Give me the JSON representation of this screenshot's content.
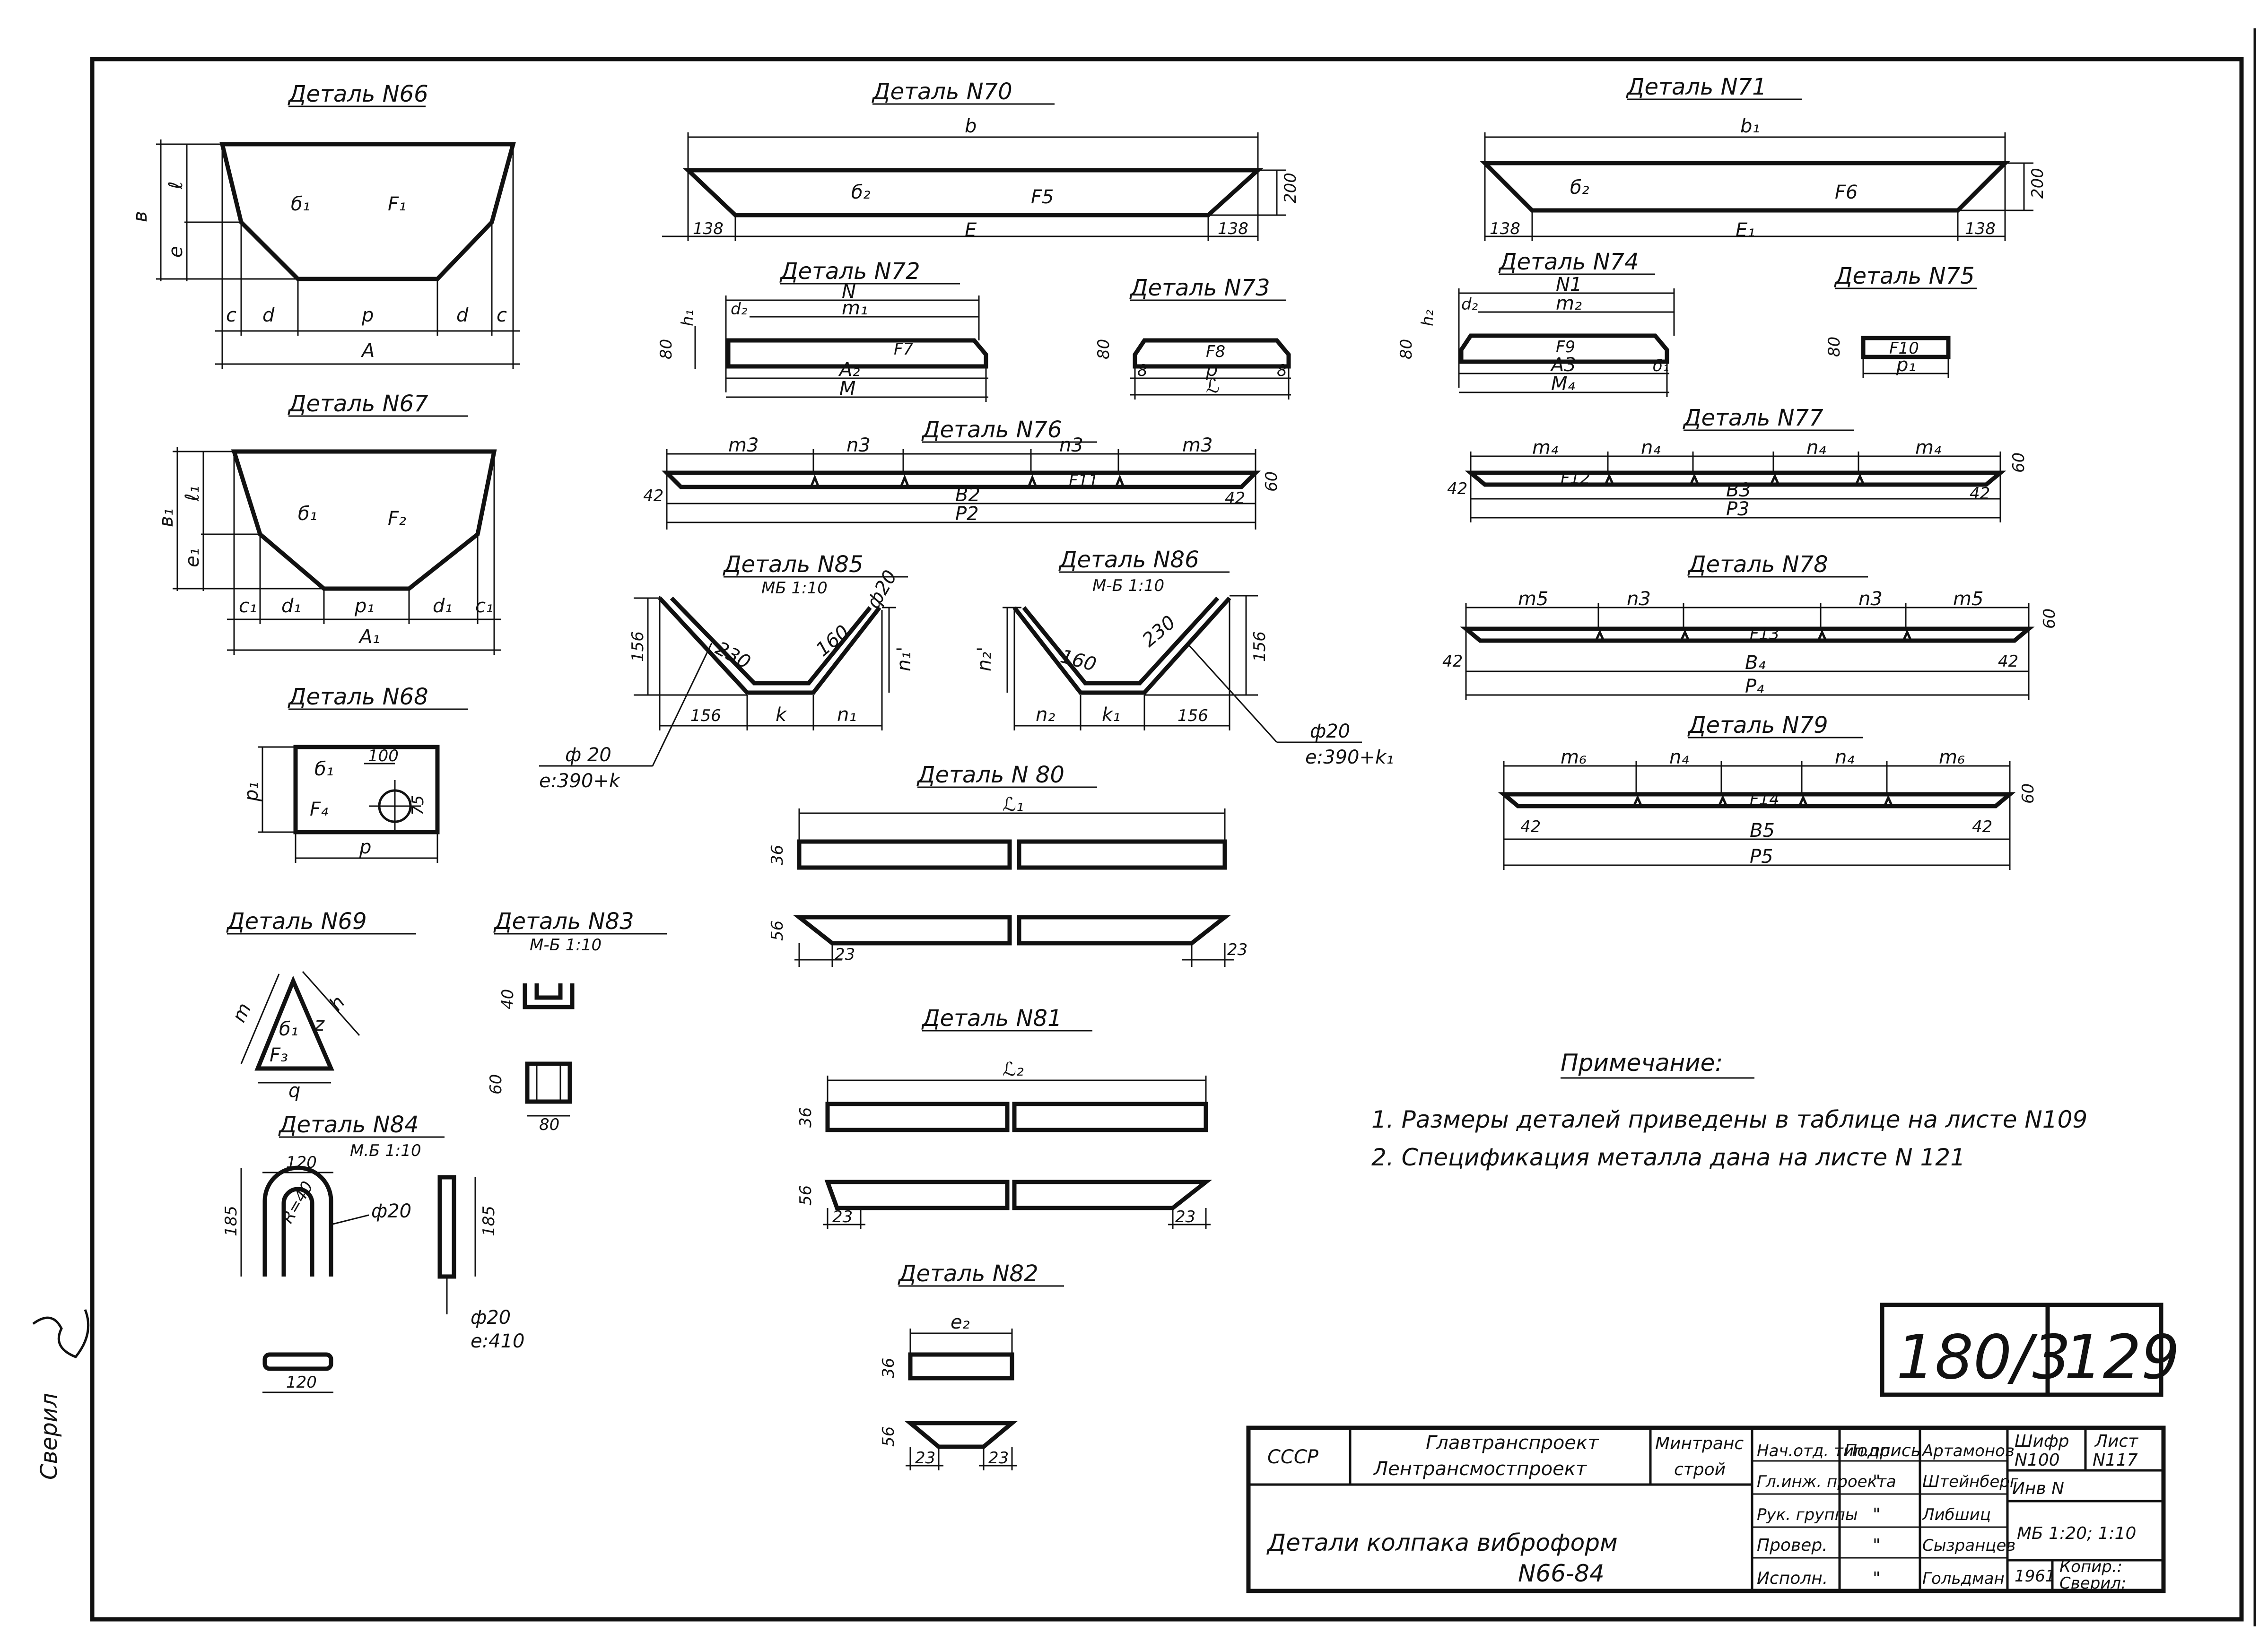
{
  "side_signature": "Сверил",
  "details": {
    "d66": {
      "title": "Деталь N66",
      "dims": [
        "в",
        "ℓ",
        "е",
        "c",
        "d",
        "p",
        "d",
        "c",
        "A"
      ],
      "labels": [
        "б₁",
        "F₁"
      ]
    },
    "d67": {
      "title": "Деталь N67",
      "dims": [
        "в₁",
        "ℓ₁",
        "е₁",
        "c₁",
        "d₁",
        "p₁",
        "d₁",
        "c₁",
        "A₁"
      ],
      "labels": [
        "б₁",
        "F₂"
      ]
    },
    "d68": {
      "title": "Деталь N68",
      "dims": [
        "p₁",
        "100",
        "75",
        "p"
      ],
      "labels": [
        "б₁",
        "F₄"
      ]
    },
    "d69": {
      "title": "Деталь N69",
      "dims": [
        "m",
        "h",
        "q",
        "z"
      ],
      "labels": [
        "б₁",
        "F₃"
      ]
    },
    "d70": {
      "title": "Деталь N70",
      "dims": [
        "b",
        "200",
        "138",
        "E",
        "138"
      ],
      "labels": [
        "б₂",
        "F5"
      ]
    },
    "d71": {
      "title": "Деталь N71",
      "dims": [
        "b₁",
        "200",
        "138",
        "E₁",
        "138"
      ],
      "labels": [
        "б₂",
        "F6"
      ]
    },
    "d72": {
      "title": "Деталь N72",
      "dims": [
        "N",
        "m₁",
        "d₂",
        "h₁",
        "80",
        "A₂",
        "M"
      ],
      "labels": [
        "F7"
      ]
    },
    "d73": {
      "title": "Деталь N73",
      "dims": [
        "80",
        "8",
        "p",
        "8",
        "ℒ"
      ],
      "labels": [
        "F8"
      ]
    },
    "d74": {
      "title": "Деталь N74",
      "dims": [
        "N1",
        "m₂",
        "d₂",
        "h₂",
        "80",
        "A3",
        "M₄",
        "б₁"
      ],
      "labels": [
        "F9"
      ]
    },
    "d75": {
      "title": "Деталь N75",
      "dims": [
        "80",
        "p₁"
      ],
      "labels": [
        "F10"
      ]
    },
    "d76": {
      "title": "Деталь N76",
      "dims": [
        "m3",
        "n3",
        "n3",
        "m3",
        "42",
        "60",
        "42",
        "B2",
        "P2"
      ],
      "labels": [
        "F11"
      ]
    },
    "d77": {
      "title": "Деталь N77",
      "dims": [
        "m₄",
        "n₄",
        "n₄",
        "m₄",
        "42",
        "60",
        "42",
        "B3",
        "P3"
      ],
      "labels": [
        "F12"
      ]
    },
    "d78": {
      "title": "Деталь N78",
      "dims": [
        "m5",
        "n3",
        "n3",
        "m5",
        "42",
        "60",
        "42",
        "B₄",
        "P₄"
      ],
      "labels": [
        "F13"
      ]
    },
    "d79": {
      "title": "Деталь N79",
      "dims": [
        "m₆",
        "n₄",
        "n₄",
        "m₆",
        "42",
        "60",
        "42",
        "B5",
        "P5"
      ],
      "labels": [
        "F14"
      ]
    },
    "d80": {
      "title": "Деталь N 80",
      "dims": [
        "ℒ₁",
        "36",
        "56",
        "23",
        "23"
      ]
    },
    "d81": {
      "title": "Деталь N81",
      "dims": [
        "ℒ₂",
        "36",
        "56",
        "23",
        "23"
      ]
    },
    "d82": {
      "title": "Деталь N82",
      "dims": [
        "e₂",
        "36",
        "56",
        "23",
        "23"
      ]
    },
    "d83": {
      "title": "Деталь N83",
      "scale": "М-Б 1:10",
      "dims": [
        "40",
        "60",
        "80"
      ]
    },
    "d84": {
      "title": "Деталь N84",
      "scale": "М.Б 1:10",
      "dims": [
        "120",
        "185",
        "R=40",
        "ф20",
        "185",
        "ф20",
        "e:410",
        "120"
      ]
    },
    "d85": {
      "title": "Деталь N85",
      "scale": "МБ 1:10",
      "dims": [
        "156",
        "230",
        "160",
        "ф20",
        "n₁'",
        "156",
        "k",
        "n₁",
        "ф 20",
        "e:390+k"
      ]
    },
    "d86": {
      "title": "Деталь N86",
      "scale": "М-Б 1:10",
      "dims": [
        "n₂'",
        "160",
        "230",
        "156",
        "n₂",
        "k₁",
        "156",
        "ф20",
        "e:390+k₁"
      ]
    }
  },
  "notes": {
    "heading": "Примечание:",
    "line1": "1. Размеры деталей приведены в таблице на листе N109",
    "line2": "2. Спецификация металла дана на листе N 121"
  },
  "sheet_number": {
    "project": "180/3",
    "sheet": "129"
  },
  "stamp": {
    "country": "СССР",
    "org1": "Главтранспроект",
    "org2": "Лентрансмостпроект",
    "ministry1": "Минтранс",
    "ministry2": "строй",
    "drawing_title_1": "Детали колпака виброформ",
    "drawing_title_2": "N66-84",
    "col_sign": "Подпись",
    "roles": [
      "Нач.отд. тип.пр.",
      "Гл.инж. проекта",
      "Рук. группы",
      "Провер.",
      "Исполн."
    ],
    "signs": [
      "",
      "\"",
      "\"",
      "\"",
      "\""
    ],
    "names": [
      "Артамонов",
      "Штейнберг",
      "Либшиц",
      "Сызранцев",
      "Гольдман"
    ],
    "cipher_label": "Шифр",
    "cipher": "N100",
    "sheet_label": "Лист",
    "sheet_no": "N117",
    "inv": "Инв N",
    "scale": "МБ 1:20; 1:10",
    "year": "1961",
    "copied": "Копир.:",
    "checked": "Сверил:"
  }
}
